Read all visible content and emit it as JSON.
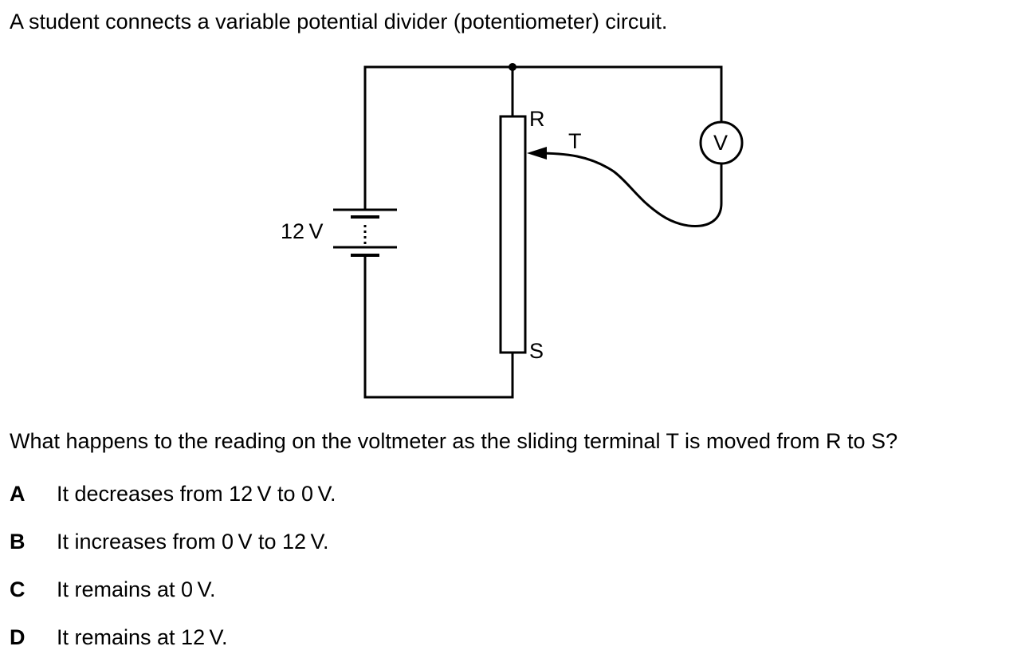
{
  "intro": "A student connects a variable potential divider (potentiometer) circuit.",
  "diagram": {
    "battery_label": "12 V",
    "terminal_r": "R",
    "terminal_s": "S",
    "terminal_t": "T",
    "voltmeter_symbol": "V"
  },
  "question": "What happens to the reading on the voltmeter as the sliding terminal T is moved from R to S?",
  "options": [
    {
      "letter": "A",
      "text": "It decreases from 12 V to 0 V."
    },
    {
      "letter": "B",
      "text": "It increases from 0 V to 12 V."
    },
    {
      "letter": "C",
      "text": "It remains at 0 V."
    },
    {
      "letter": "D",
      "text": "It remains at 12 V."
    }
  ]
}
